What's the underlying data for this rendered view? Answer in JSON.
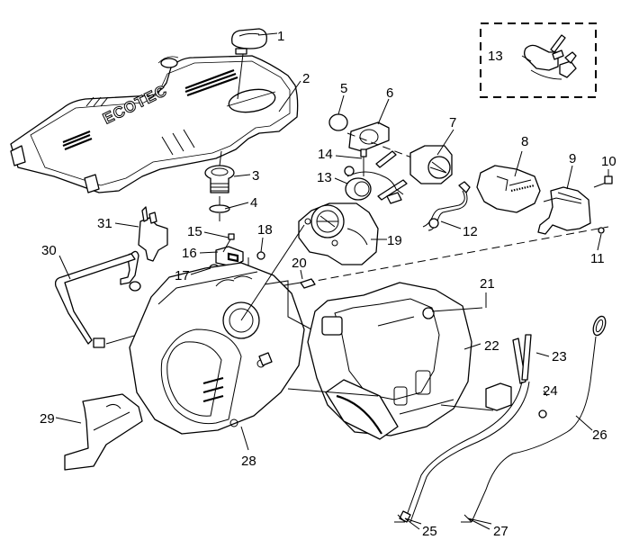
{
  "diagram": {
    "title": "Intake manifold and engine cover exploded view",
    "cover_logo_text": "ECOTEC",
    "inset": {
      "style": "dashed-box",
      "callout": "13"
    },
    "callouts": [
      {
        "id": "c1",
        "label": "1"
      },
      {
        "id": "c2",
        "label": "2"
      },
      {
        "id": "c3",
        "label": "3"
      },
      {
        "id": "c4",
        "label": "4"
      },
      {
        "id": "c5",
        "label": "5"
      },
      {
        "id": "c6",
        "label": "6"
      },
      {
        "id": "c7",
        "label": "7"
      },
      {
        "id": "c8",
        "label": "8"
      },
      {
        "id": "c9",
        "label": "9"
      },
      {
        "id": "c10",
        "label": "10"
      },
      {
        "id": "c11",
        "label": "11"
      },
      {
        "id": "c12",
        "label": "12"
      },
      {
        "id": "c13",
        "label": "13"
      },
      {
        "id": "c13b",
        "label": "13"
      },
      {
        "id": "c14",
        "label": "14"
      },
      {
        "id": "c15",
        "label": "15"
      },
      {
        "id": "c16",
        "label": "16"
      },
      {
        "id": "c17",
        "label": "17"
      },
      {
        "id": "c18",
        "label": "18"
      },
      {
        "id": "c19",
        "label": "19"
      },
      {
        "id": "c20",
        "label": "20"
      },
      {
        "id": "c21",
        "label": "21"
      },
      {
        "id": "c22",
        "label": "22"
      },
      {
        "id": "c23",
        "label": "23"
      },
      {
        "id": "c24",
        "label": "24"
      },
      {
        "id": "c25",
        "label": "25"
      },
      {
        "id": "c26",
        "label": "26"
      },
      {
        "id": "c27",
        "label": "27"
      },
      {
        "id": "c28",
        "label": "28"
      },
      {
        "id": "c29",
        "label": "29"
      },
      {
        "id": "c30",
        "label": "30"
      },
      {
        "id": "c31",
        "label": "31"
      }
    ]
  }
}
